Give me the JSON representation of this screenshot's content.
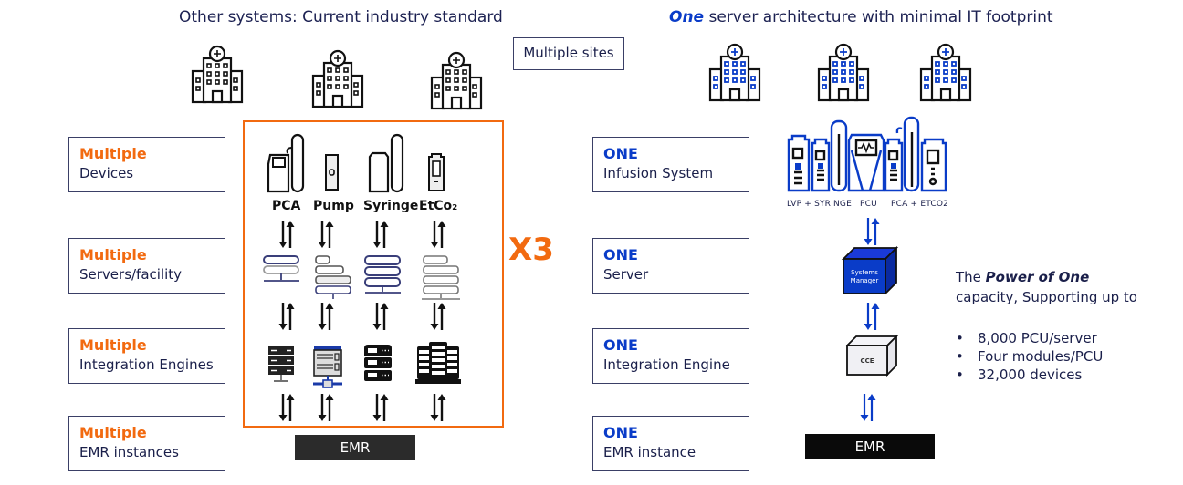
{
  "left": {
    "title": "Other systems: Current industry standard",
    "rows": [
      {
        "heading": "Multiple",
        "sub": "Devices"
      },
      {
        "heading": "Multiple",
        "sub": "Servers/facility"
      },
      {
        "heading": "Multiple",
        "sub": "Integration Engines"
      },
      {
        "heading": "Multiple",
        "sub": "EMR instances"
      }
    ],
    "devices": [
      "PCA",
      "Pump",
      "Syringe",
      "EtCo₂"
    ],
    "multiplier": "X3",
    "emr_label": "EMR",
    "accent_color": "#f26a10"
  },
  "center": {
    "sites_label": "Multiple sites"
  },
  "right": {
    "title_emphasis": "One",
    "title_rest": " server architecture with minimal IT footprint",
    "rows": [
      {
        "heading": "ONE",
        "sub": "Infusion System"
      },
      {
        "heading": "ONE",
        "sub": "Server"
      },
      {
        "heading": "ONE",
        "sub": "Integration Engine"
      },
      {
        "heading": "ONE",
        "sub": "EMR instance"
      }
    ],
    "device_captions": [
      "LVP + SYRINGE",
      "PCU",
      "PCA + ETCO2"
    ],
    "systems_manager_label": [
      "Systems",
      "Manager"
    ],
    "cce_label": "CCE",
    "emr_label": "EMR",
    "accent_color": "#0a3cc8",
    "power": {
      "prefix": "The ",
      "emphasis": "Power of One",
      "line2": "capacity, Supporting up to"
    },
    "capacity": [
      "8,000 PCU/server",
      "Four modules/PCU",
      "32,000 devices"
    ]
  },
  "icons": {
    "hospital": "hospital-building-icon",
    "server": "server-rack-icon",
    "arrows": "bidirectional-arrows-icon",
    "cube": "cube-icon"
  }
}
